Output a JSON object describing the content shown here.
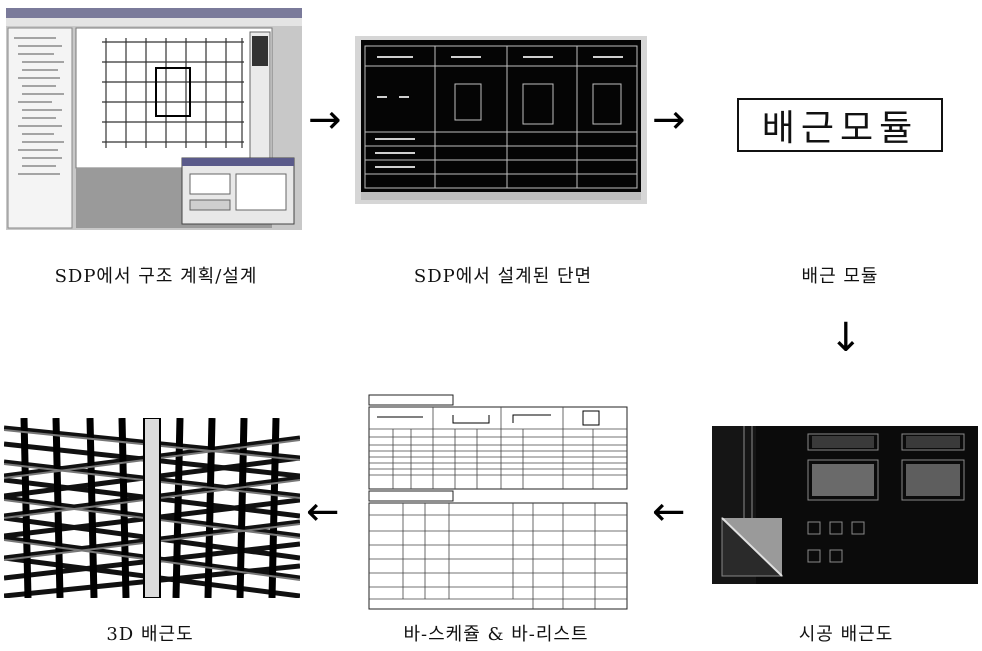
{
  "captions": {
    "step1": "SDP에서 구조 계획/설계",
    "step2": "SDP에서 설계된 단면",
    "step3": "배근 모듈",
    "step4": "시공 배근도",
    "step5": "바-스케쥴 & 바-리스트",
    "step6": "3D 배근도"
  },
  "module_box": {
    "label": "배근모듈"
  },
  "arrows": {
    "a1": "→",
    "a2": "→",
    "a3": "↓",
    "a4": "←",
    "a5": "←"
  }
}
